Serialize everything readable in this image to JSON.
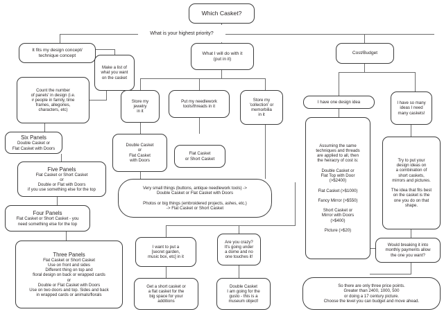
{
  "diagram": {
    "title": "Which Casket? decision flowchart",
    "root": {
      "label": "Which Casket?"
    },
    "question": {
      "label": "What is your highest priority?"
    },
    "branches": {
      "design": {
        "label": "It fits my design concept/\ntechnique concept"
      },
      "use": {
        "label": "What I will do with it\n(put in it)"
      },
      "cost": {
        "label": "Cost/Budget"
      }
    },
    "design_branch": {
      "make_list": {
        "label": "Make a list of\nwhat you want\non the casket"
      },
      "count_panels": {
        "label": "Count the number\nof panels' in design (i.e.\n# people in family, time\nframes, allegories,\ncharacters, etc)"
      },
      "six": {
        "title": "Six Panels",
        "body": "Double Casket or\nFlat Casket with Doors"
      },
      "five": {
        "title": "Five Panels",
        "body": "Flat Casket or Short Casket\nor\nDouble or Flat with Doors\nif you use something else for the top"
      },
      "four": {
        "title": "Four Panels",
        "body": "Flat Casket or Short Casket - you\nneed something else for the top"
      },
      "three": {
        "title": "Three Panels",
        "body": "Flat Casket or Short Casket\nUse on front and sides\nDifferent thing on top and\nfloral design on back or wrapped cards\nor\nDouble or Flat Casket with Doors\nUse on two doors and top.  Sides and back\nin wrapped cards or animals/florals"
      }
    },
    "use_branch": {
      "jewelry": {
        "label": "Store my\njewelry\nin it"
      },
      "needlework": {
        "label": "Put my needlework\ntools/threads in it"
      },
      "collection": {
        "label": "Store my\n'collection' or\nmemorbilia\nin it"
      },
      "jewelry_answer": {
        "label": "Double Casket\nor\nFlat Casket\nwith Doors"
      },
      "needlework_answer": {
        "label": "Flat Casket\nor Short Casket"
      },
      "sizing_note": {
        "label": "Very small things (buttons, antique needlework tools) ->\nDouble Casket or Flat Casket with Doors\n\nPhotos or big things (embroidered projects, ashes, etc.)\n-> Flat Casket or Short Casket"
      },
      "secret_garden": {
        "label": "I want to put a\n[secret garden,\nmusic box, etc] in it"
      },
      "crazy": {
        "label": "Are you crazy?\nIt's going under\na dome and no\none touches it!"
      },
      "secret_garden_answer": {
        "label": "Get a short casket or\na flat casket for the\nbig space for your\nadditions"
      },
      "crazy_answer": {
        "label": "Double Casket\nI am going for the\ngusto - this is a\nmuseum object!"
      }
    },
    "cost_branch": {
      "one_idea": {
        "label": "I have one design idea"
      },
      "many_ideas": {
        "label": "I have so many\nideas I need\nmany caskets!"
      },
      "hierarchy": {
        "label": "Assuming the same\ntechniques and threads\nare applied to all, then\nthe heiracry of cost is:\n\nDouble Casket or\nFlat Top with Door\n(>$2400)\n\nFlat Casket (>$1000)\n\nFancy Mirror (>$550)\n\nShort Casket or\nMirror with Doors\n(>$400)\n\nPicture (>$20)"
      },
      "combination": {
        "label": "Try to put your\ndesign ideas on\na combination of\nshort caskets,\nmirrors and pictures.\n\nThe idea that fits best\non the casket is the\none you do on that\nshape."
      },
      "monthly": {
        "label": "Would breaking it into\nmonthly payments allow\nthe one you want?"
      },
      "summary": {
        "label": "So there are only three price points.\nGreater than 2400, 1000, 500\nor doing a 17 century picture.\nChoose the level you can budget and move ahead."
      }
    },
    "colors": {
      "stroke": "#3b3b3b",
      "line": "#6b6b6b",
      "text": "#231f20",
      "background": "#ffffff"
    }
  }
}
